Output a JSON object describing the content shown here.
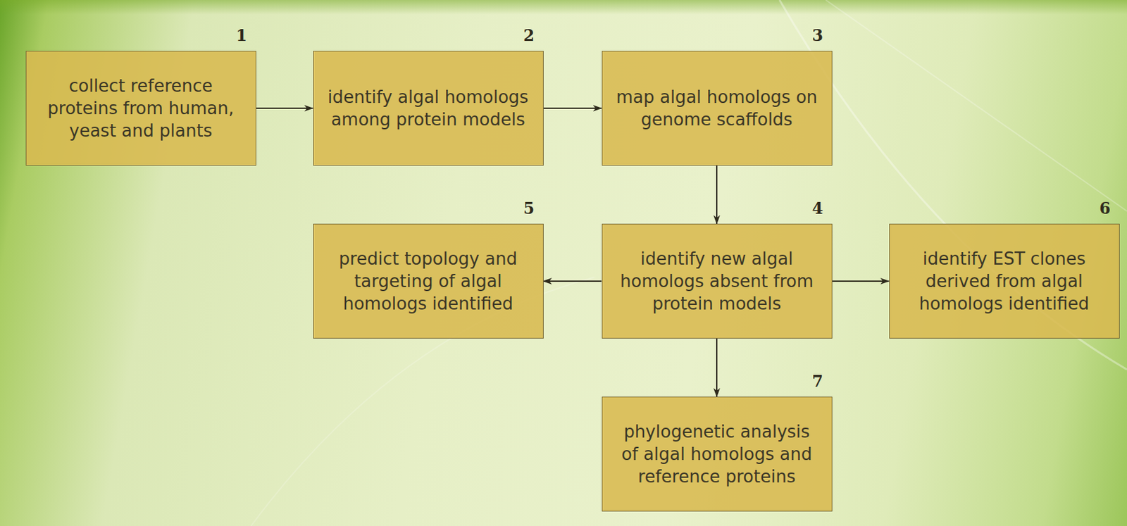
{
  "diagram": {
    "nodes": [
      {
        "text": [
          "collect reference proteins from human, yeast and plants"
        ]
      },
      {
        "text": [
          "identify algal homologs among protein models"
        ]
      },
      {
        "text": [
          "map algal homologs on genome scaffolds"
        ]
      },
      {
        "text": [
          "identify new algal homologs absent from protein models"
        ]
      },
      {
        "text": [
          "predict topology and targeting of algal homologs identified"
        ]
      },
      {
        "text": [
          "identify EST clones derived from algal homologs identified"
        ]
      },
      {
        "text": [
          "phylogenetic analysis of algal homologs and reference proteins"
        ]
      }
    ],
    "edges": [
      {
        "from": 0,
        "to": 1,
        "arrow": "to"
      },
      {
        "from": 1,
        "to": 2,
        "arrow": "to"
      },
      {
        "from": 2,
        "to": 3,
        "arrow": "to"
      },
      {
        "from": 3,
        "to": 4,
        "arrow": "to"
      },
      {
        "from": 3,
        "to": 5,
        "arrow": "to"
      },
      {
        "from": 3,
        "to": 6,
        "arrow": "to"
      }
    ],
    "labels": [
      "1",
      "2",
      "3",
      "4",
      "5",
      "6",
      "7"
    ]
  }
}
